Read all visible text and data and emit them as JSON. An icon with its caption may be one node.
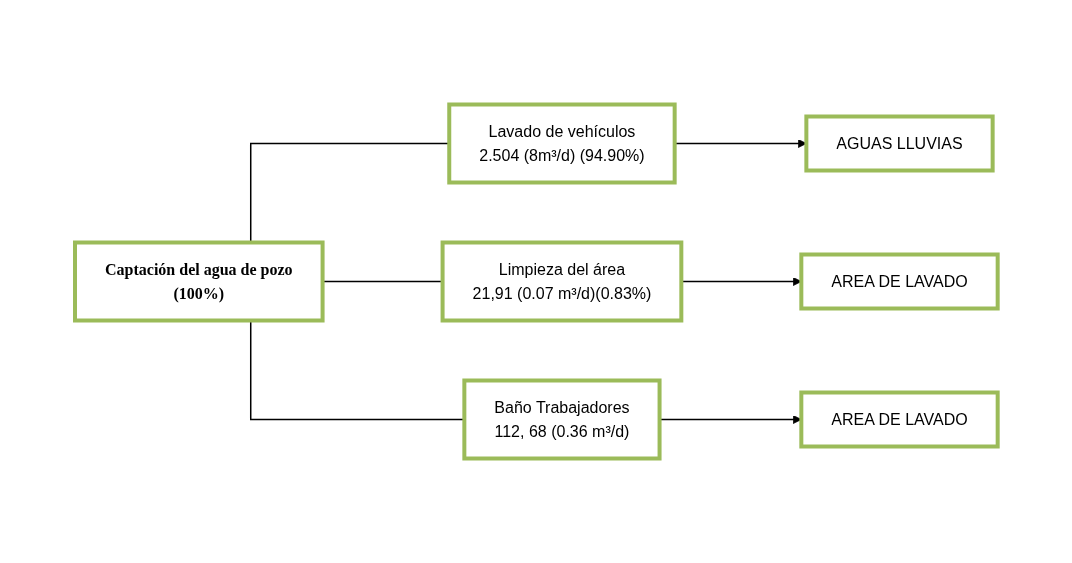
{
  "diagram": {
    "nodes": [
      {
        "text": [
          "Captación del agua de pozo",
          "(100%)"
        ]
      },
      {
        "text": [
          "Lavado de vehículos",
          "2.504 (8m³/d) (94.90%)"
        ]
      },
      {
        "text": [
          "Limpieza del área",
          "21,91 (0.07 m³/d)(0.83%)"
        ]
      },
      {
        "text": [
          "Baño Trabajadores",
          "112, 68 (0.36 m³/d)"
        ]
      },
      {
        "text": [
          "AGUAS LLUVIAS"
        ]
      },
      {
        "text": [
          "AREA DE LAVADO"
        ]
      },
      {
        "text": [
          "AREA DE LAVADO"
        ]
      }
    ],
    "edges": [
      {
        "from": 0,
        "to": 1,
        "arrow": "none"
      },
      {
        "from": 0,
        "to": 2,
        "arrow": "none"
      },
      {
        "from": 0,
        "to": 3,
        "arrow": "none"
      },
      {
        "from": 1,
        "to": 4,
        "arrow": "to"
      },
      {
        "from": 2,
        "to": 5,
        "arrow": "to"
      },
      {
        "from": 3,
        "to": 6,
        "arrow": "to"
      }
    ]
  }
}
